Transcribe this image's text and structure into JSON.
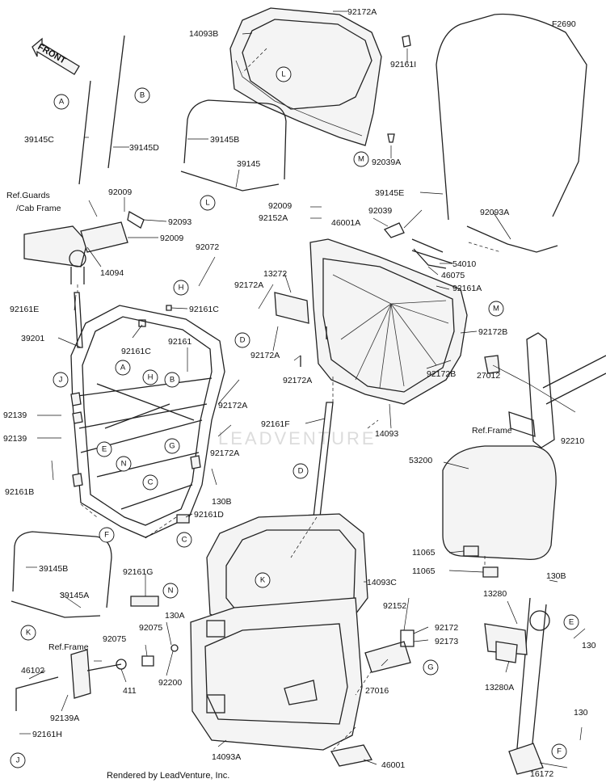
{
  "diagram_code": "F2690",
  "front_label": "FRONT",
  "footer_text": "Rendered by LeadVenture, Inc.",
  "watermark_text": "LEADVENTURE",
  "refs": {
    "guards": "Ref.Guards",
    "cab_frame": "/Cab Frame",
    "frame_right": "Ref.Frame",
    "frame_left": "Ref.Frame"
  },
  "parts": {
    "p14093B": "14093B",
    "p92172A_top": "92172A",
    "p92161I": "92161I",
    "p92039A": "92039A",
    "p39145C": "39145C",
    "p39145D": "39145D",
    "p39145B_top": "39145B",
    "p39145_top": "39145",
    "p39145E": "39145E",
    "p92093A": "92093A",
    "p92009_a": "92009",
    "p92093": "92093",
    "p92009_b": "92009",
    "p14094": "14094",
    "p92009_c": "92009",
    "p92152A": "92152A",
    "p46001A": "46001A",
    "p92039": "92039",
    "p54010": "54010",
    "p46075": "46075",
    "p92161A": "92161A",
    "p13272": "13272",
    "p92172A_l1": "92172A",
    "p92072": "92072",
    "p92161C_a": "92161C",
    "p92161E": "92161E",
    "p92172A_l2": "92172A",
    "p92172A_l3": "92172A",
    "p92172B_a": "92172B",
    "p92172B_b": "92172B",
    "p27012": "27012",
    "p92210": "92210",
    "p14093": "14093",
    "p39201": "39201",
    "p92161C_b": "92161C",
    "p92161_a": "92161",
    "p92172A_m1": "92172A",
    "p92172A_m2": "92172A",
    "p92139_a": "92139",
    "p92139_b": "92139",
    "p92161B": "92161B",
    "p130B_a": "130B",
    "p92161D": "92161D",
    "p92161F": "92161F",
    "p53200": "53200",
    "p11065_a": "11065",
    "p11065_b": "11065",
    "p39145B_bot": "39145B",
    "p39145A": "39145A",
    "p92161G": "92161G",
    "p130A": "130A",
    "p92075_a": "92075",
    "p92075_b": "92075",
    "p411": "411",
    "p92200": "92200",
    "p14093C": "14093C",
    "p92152": "92152",
    "p92172": "92172",
    "p92173": "92173",
    "p27016": "27016",
    "p130B_b": "130B",
    "p13280": "13280",
    "p130_a": "130",
    "p13280A": "13280A",
    "p46102": "46102",
    "p92139A": "92139A",
    "p92161H": "92161H",
    "p14093A": "14093A",
    "p46001": "46001",
    "p130_b": "130",
    "p16172": "16172"
  },
  "callouts": {
    "A": "A",
    "B": "B",
    "C": "C",
    "D": "D",
    "E": "E",
    "F": "F",
    "G": "G",
    "H": "H",
    "J": "J",
    "K": "K",
    "L": "L",
    "M": "M",
    "N": "N"
  }
}
